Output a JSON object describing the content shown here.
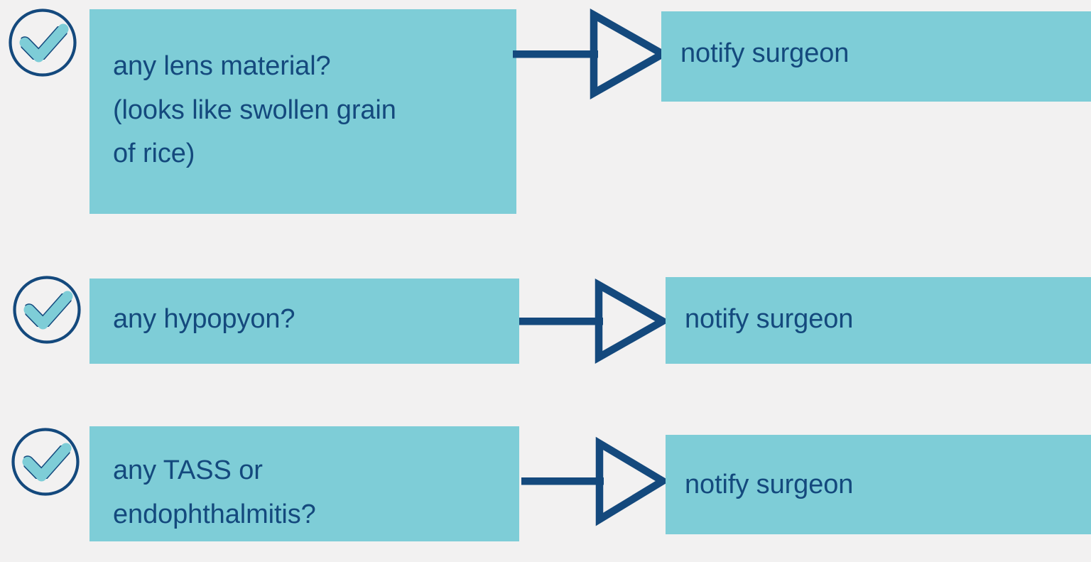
{
  "page": {
    "background_color": "#f2f1f1",
    "accent_fill": "#7ecdd7",
    "accent_stroke": "#14497d",
    "check_fill": "#7ecdd7"
  },
  "rows": [
    {
      "check_icon": "check-circle-icon",
      "question": "any lens material?\n(looks like swollen grain\nof rice)",
      "arrow_icon": "arrow-right-outline-icon",
      "action": "notify surgeon"
    },
    {
      "check_icon": "check-circle-icon",
      "question": "any hypopyon?",
      "arrow_icon": "arrow-right-outline-icon",
      "action": "notify surgeon"
    },
    {
      "check_icon": "check-circle-icon",
      "question": "any TASS or\nendophthalmitis?",
      "arrow_icon": "arrow-right-outline-icon",
      "action": "notify surgeon"
    }
  ]
}
